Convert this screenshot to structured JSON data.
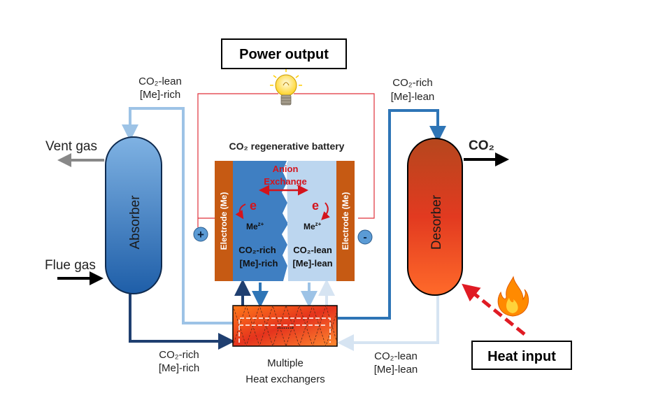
{
  "title": "Power output",
  "battery_title": "CO₂ regenerative battery",
  "absorber_label": "Absorber",
  "desorber_label": "Desorber",
  "vent_gas": "Vent gas",
  "flue_gas": "Flue gas",
  "co2_out": "CO₂",
  "heat_input": "Heat input",
  "heat_exchangers": [
    "Multiple",
    "Heat exchangers"
  ],
  "stream_top_left": [
    "CO₂-lean",
    "[Me]-rich"
  ],
  "stream_top_right": [
    "CO₂-rich",
    "[Me]-lean"
  ],
  "stream_bottom_left": [
    "CO₂-rich",
    "[Me]-rich"
  ],
  "stream_bottom_right": [
    "CO₂-lean",
    "[Me]-lean"
  ],
  "anion_exchange": [
    "Anion",
    "Exchange"
  ],
  "electrode_label": "Electrode (Me)",
  "electron": "e",
  "metal_ion": "Me",
  "metal_ion_charge": "z+",
  "left_cell_text": [
    "CO₂-rich",
    "[Me]-rich"
  ],
  "right_cell_text": [
    "CO₂-lean",
    "[Me]-lean"
  ],
  "plus_sign": "+",
  "minus_sign": "-",
  "exchanger_dots": "........",
  "colors": {
    "absorber_top": "#5b9bd5",
    "absorber_bottom": "#1f5fa6",
    "desorber_top": "#c0392b",
    "desorber_bottom": "#ff5a1f",
    "electrode": "#c65a13",
    "cell_left": "#3f7fc2",
    "cell_right": "#bcd6ef",
    "wire": "#e0303a",
    "pipe_light": "#9dc3e6",
    "pipe_mid": "#2e75b6",
    "pipe_dark": "#1f3f70"
  }
}
